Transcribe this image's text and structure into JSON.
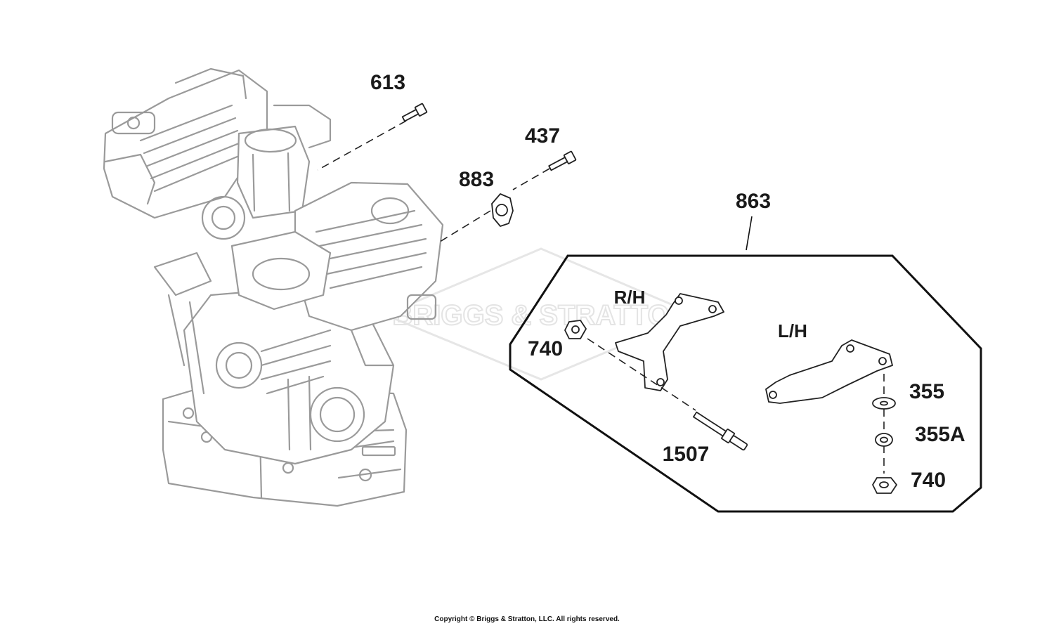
{
  "diagram": {
    "watermark": "BRIGGS & STRATTON",
    "callouts": {
      "p613": "613",
      "p437": "437",
      "p883": "883",
      "p863": "863",
      "p740_left": "740",
      "p1507": "1507",
      "p355": "355",
      "p355a": "355A",
      "p740_right": "740"
    },
    "sides": {
      "rh": "R/H",
      "lh": "L/H"
    }
  },
  "footer": {
    "copyright": "Copyright © Briggs & Stratton, LLC. All rights reserved."
  }
}
